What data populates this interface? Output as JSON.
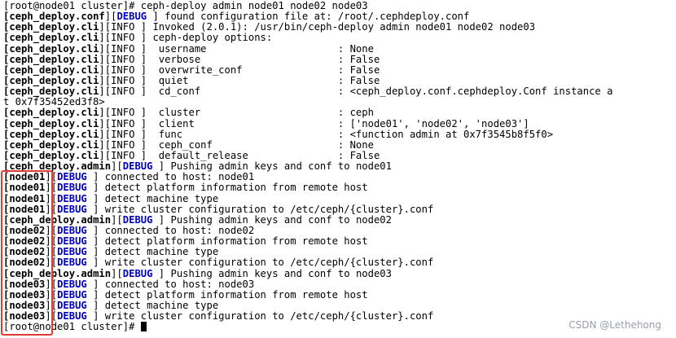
{
  "terminal": {
    "lines": [
      [
        {
          "t": "[root@node01 cluster]# ceph-deploy admin node01 node02 node03"
        }
      ],
      [
        {
          "t": "[",
          "b": 1
        },
        {
          "t": "ceph_deploy.conf",
          "b": 1
        },
        {
          "t": "]["
        },
        {
          "t": "DEBUG",
          "c": "blue"
        },
        {
          "t": " ] found configuration file at: /root/.cephdeploy.conf"
        }
      ],
      [
        {
          "t": "[",
          "b": 1
        },
        {
          "t": "ceph_deploy.cli",
          "b": 1
        },
        {
          "t": "]["
        },
        {
          "t": "INFO ",
          "b": 0
        },
        {
          "t": "] Invoked (2.0.1): /usr/bin/ceph-deploy admin node01 node02 node03"
        }
      ],
      [
        {
          "t": "[",
          "b": 1
        },
        {
          "t": "ceph_deploy.cli",
          "b": 1
        },
        {
          "t": "]["
        },
        {
          "t": "INFO ",
          "b": 0
        },
        {
          "t": "] ceph-deploy options:"
        }
      ],
      [
        {
          "t": "[",
          "b": 1
        },
        {
          "t": "ceph_deploy.cli",
          "b": 1
        },
        {
          "t": "]["
        },
        {
          "t": "INFO ",
          "b": 0
        },
        {
          "t": "]  username                      : None"
        }
      ],
      [
        {
          "t": "[",
          "b": 1
        },
        {
          "t": "ceph_deploy.cli",
          "b": 1
        },
        {
          "t": "]["
        },
        {
          "t": "INFO ",
          "b": 0
        },
        {
          "t": "]  verbose                       : False"
        }
      ],
      [
        {
          "t": "[",
          "b": 1
        },
        {
          "t": "ceph_deploy.cli",
          "b": 1
        },
        {
          "t": "]["
        },
        {
          "t": "INFO ",
          "b": 0
        },
        {
          "t": "]  overwrite_conf                : False"
        }
      ],
      [
        {
          "t": "[",
          "b": 1
        },
        {
          "t": "ceph_deploy.cli",
          "b": 1
        },
        {
          "t": "]["
        },
        {
          "t": "INFO ",
          "b": 0
        },
        {
          "t": "]  quiet                         : False"
        }
      ],
      [
        {
          "t": "[",
          "b": 1
        },
        {
          "t": "ceph_deploy.cli",
          "b": 1
        },
        {
          "t": "]["
        },
        {
          "t": "INFO ",
          "b": 0
        },
        {
          "t": "]  cd_conf                       : <ceph_deploy.conf.cephdeploy.Conf instance a"
        }
      ],
      [
        {
          "t": "t 0x7f35452ed3f8>"
        }
      ],
      [
        {
          "t": "[",
          "b": 1
        },
        {
          "t": "ceph_deploy.cli",
          "b": 1
        },
        {
          "t": "]["
        },
        {
          "t": "INFO ",
          "b": 0
        },
        {
          "t": "]  cluster                       : ceph"
        }
      ],
      [
        {
          "t": "[",
          "b": 1
        },
        {
          "t": "ceph_deploy.cli",
          "b": 1
        },
        {
          "t": "]["
        },
        {
          "t": "INFO ",
          "b": 0
        },
        {
          "t": "]  client                        : ['node01', 'node02', 'node03']"
        }
      ],
      [
        {
          "t": "[",
          "b": 1
        },
        {
          "t": "ceph_deploy.cli",
          "b": 1
        },
        {
          "t": "]["
        },
        {
          "t": "INFO ",
          "b": 0
        },
        {
          "t": "]  func                          : <function admin at 0x7f3545b8f5f0>"
        }
      ],
      [
        {
          "t": "[",
          "b": 1
        },
        {
          "t": "ceph_deploy.cli",
          "b": 1
        },
        {
          "t": "]["
        },
        {
          "t": "INFO ",
          "b": 0
        },
        {
          "t": "]  ceph_conf                     : None"
        }
      ],
      [
        {
          "t": "[",
          "b": 1
        },
        {
          "t": "ceph_deploy.cli",
          "b": 1
        },
        {
          "t": "]["
        },
        {
          "t": "INFO ",
          "b": 0
        },
        {
          "t": "]  default_release               : False"
        }
      ],
      [
        {
          "t": "[",
          "b": 1
        },
        {
          "t": "ceph_deploy.admin",
          "b": 1
        },
        {
          "t": "]["
        },
        {
          "t": "DEBUG",
          "c": "blue"
        },
        {
          "t": " ] Pushing admin keys and conf to node01"
        }
      ],
      [
        {
          "t": "[",
          "b": 1
        },
        {
          "t": "node01",
          "b": 1
        },
        {
          "t": "]["
        },
        {
          "t": "DEBUG",
          "c": "blue"
        },
        {
          "t": " ] connected to host: node01"
        }
      ],
      [
        {
          "t": "[",
          "b": 1
        },
        {
          "t": "node01",
          "b": 1
        },
        {
          "t": "]["
        },
        {
          "t": "DEBUG",
          "c": "blue"
        },
        {
          "t": " ] detect platform information from remote host"
        }
      ],
      [
        {
          "t": "[",
          "b": 1
        },
        {
          "t": "node01",
          "b": 1
        },
        {
          "t": "]["
        },
        {
          "t": "DEBUG",
          "c": "blue"
        },
        {
          "t": " ] detect machine type"
        }
      ],
      [
        {
          "t": "[",
          "b": 1
        },
        {
          "t": "node01",
          "b": 1
        },
        {
          "t": "]["
        },
        {
          "t": "DEBUG",
          "c": "blue"
        },
        {
          "t": " ] write cluster configuration to /etc/ceph/{cluster}.conf"
        }
      ],
      [
        {
          "t": "[",
          "b": 1
        },
        {
          "t": "ceph_deploy.admin",
          "b": 1
        },
        {
          "t": "]["
        },
        {
          "t": "DEBUG",
          "c": "blue"
        },
        {
          "t": " ] Pushing admin keys and conf to node02"
        }
      ],
      [
        {
          "t": "[",
          "b": 1
        },
        {
          "t": "node02",
          "b": 1
        },
        {
          "t": "]["
        },
        {
          "t": "DEBUG",
          "c": "blue"
        },
        {
          "t": " ] connected to host: node02"
        }
      ],
      [
        {
          "t": "[",
          "b": 1
        },
        {
          "t": "node02",
          "b": 1
        },
        {
          "t": "]["
        },
        {
          "t": "DEBUG",
          "c": "blue"
        },
        {
          "t": " ] detect platform information from remote host"
        }
      ],
      [
        {
          "t": "[",
          "b": 1
        },
        {
          "t": "node02",
          "b": 1
        },
        {
          "t": "]["
        },
        {
          "t": "DEBUG",
          "c": "blue"
        },
        {
          "t": " ] detect machine type"
        }
      ],
      [
        {
          "t": "[",
          "b": 1
        },
        {
          "t": "node02",
          "b": 1
        },
        {
          "t": "]["
        },
        {
          "t": "DEBUG",
          "c": "blue"
        },
        {
          "t": " ] write cluster configuration to /etc/ceph/{cluster}.conf"
        }
      ],
      [
        {
          "t": "[",
          "b": 1
        },
        {
          "t": "ceph_deploy.admin",
          "b": 1
        },
        {
          "t": "]["
        },
        {
          "t": "DEBUG",
          "c": "blue"
        },
        {
          "t": " ] Pushing admin keys and conf to node03"
        }
      ],
      [
        {
          "t": "[",
          "b": 1
        },
        {
          "t": "node03",
          "b": 1
        },
        {
          "t": "]["
        },
        {
          "t": "DEBUG",
          "c": "blue"
        },
        {
          "t": " ] connected to host: node03"
        }
      ],
      [
        {
          "t": "[",
          "b": 1
        },
        {
          "t": "node03",
          "b": 1
        },
        {
          "t": "]["
        },
        {
          "t": "DEBUG",
          "c": "blue"
        },
        {
          "t": " ] detect platform information from remote host"
        }
      ],
      [
        {
          "t": "[",
          "b": 1
        },
        {
          "t": "node03",
          "b": 1
        },
        {
          "t": "]["
        },
        {
          "t": "DEBUG",
          "c": "blue"
        },
        {
          "t": " ] detect machine type"
        }
      ],
      [
        {
          "t": "[",
          "b": 1
        },
        {
          "t": "node03",
          "b": 1
        },
        {
          "t": "]["
        },
        {
          "t": "DEBUG",
          "c": "blue"
        },
        {
          "t": " ] write cluster configuration to /etc/ceph/{cluster}.conf"
        }
      ],
      [
        {
          "t": "[root@node01 cluster]# "
        },
        {
          "cursor": 1
        }
      ]
    ]
  },
  "annotation": {
    "color": "#e23b33"
  },
  "watermark": "CSDN @Lethehong",
  "colors": {
    "background": "#ffffff",
    "text": "#000000",
    "debug": "#0000c0"
  }
}
